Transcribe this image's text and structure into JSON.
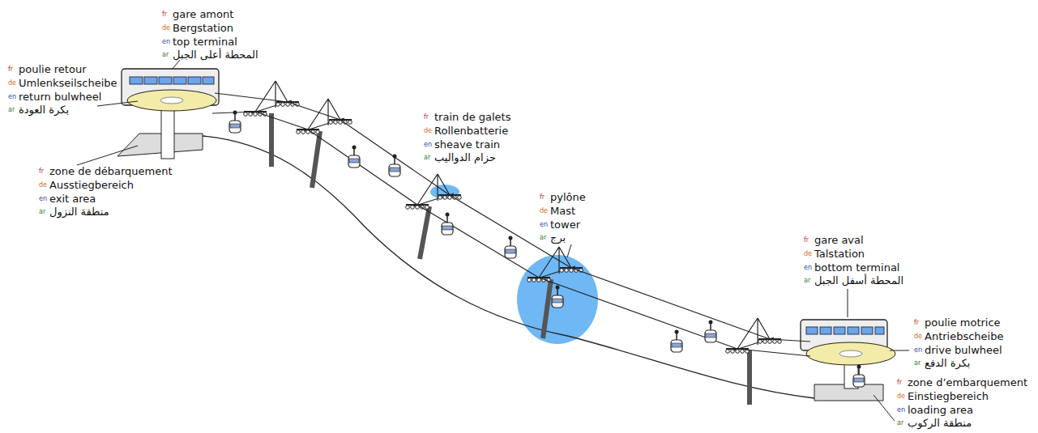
{
  "diagram": {
    "labels": [
      "fr",
      "gare amont",
      "de",
      "Bergstation",
      "en",
      "top terminal",
      "ar",
      "المحطة أعلى الجبل",
      "fr",
      "poulie retour",
      "de",
      "Umlenkseilscheibe",
      "en",
      "return bulwheel",
      "ar",
      "بكرة العودة",
      "fr",
      "zone de débarquement",
      "de",
      "Ausstiegbereich",
      "en",
      "exit area",
      "ar",
      "منطقة النزول",
      "fr",
      "train de galets",
      "de",
      "Rollenbatterie",
      "en",
      "sheave train",
      "ar",
      "حزام الدواليب",
      "fr",
      "pylône",
      "de",
      "Mast",
      "en",
      "tower",
      "ar",
      "برج",
      "fr",
      "gare aval",
      "de",
      "Talstation",
      "en",
      "bottom terminal",
      "ar",
      "المحطة أسفل الجبل",
      "fr",
      "poulie motrice",
      "de",
      "Antriebscheibe",
      "en",
      "drive bulwheel",
      "ar",
      "بكرة الدفع",
      "fr",
      "zone d’embarquement",
      "de",
      "Einstiegbereich",
      "en",
      "loading area",
      "ar",
      "منطقة الركوب"
    ]
  }
}
